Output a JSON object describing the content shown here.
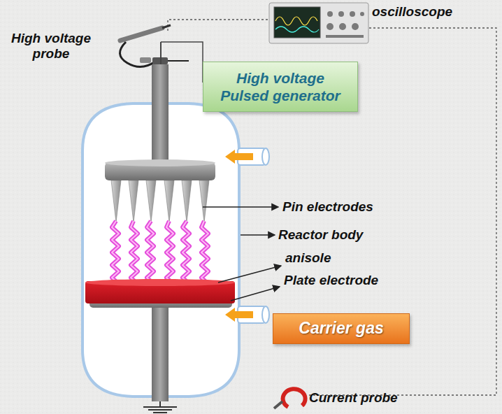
{
  "diagram": {
    "nodes": [
      {
        "text": [
          "High voltage Pulsed generator"
        ]
      },
      {
        "text": [
          "Carrier gas"
        ]
      }
    ],
    "labels": [
      "oscilloscope",
      "High voltage probe",
      "Pin electrodes",
      "Reactor body",
      "anisole",
      "Plate electrode",
      "Current probe"
    ]
  }
}
